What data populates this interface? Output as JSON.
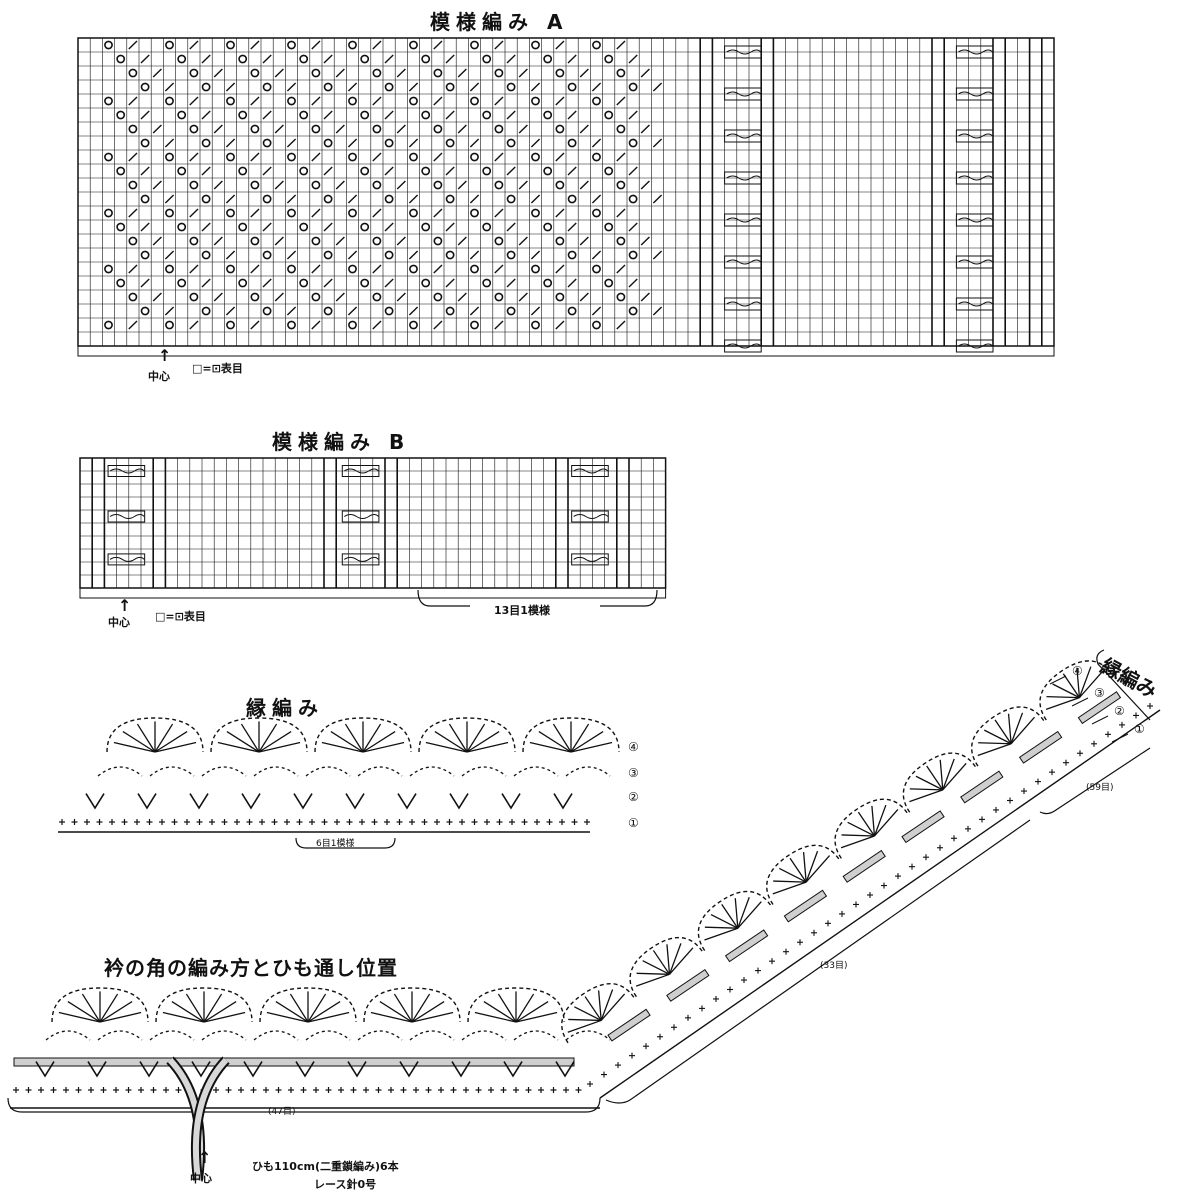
{
  "chart_a": {
    "title": "模様編み A",
    "center_label": "中心",
    "legend": "□=⊡表目"
  },
  "chart_b": {
    "title": "模様編み B",
    "center_label": "中心",
    "legend": "□=⊡表目",
    "repeat_label": "13目1模様"
  },
  "edging": {
    "title": "縁編み",
    "repeat_label": "6目1模様",
    "row_labels": [
      "④",
      "③",
      "②",
      "①"
    ]
  },
  "edging_diag": {
    "title": "縁編み",
    "row_labels": [
      "④",
      "③",
      "②",
      "①"
    ],
    "count_59": "(59目)",
    "count_33": "(33目)"
  },
  "collar": {
    "title": "衿の角の編み方とひも通し位置",
    "count_47": "(47目)",
    "center_label": "中心",
    "cord_note_1": "ひも110cm(二重鎖編み)6本",
    "cord_note_2": "レース針0号"
  }
}
